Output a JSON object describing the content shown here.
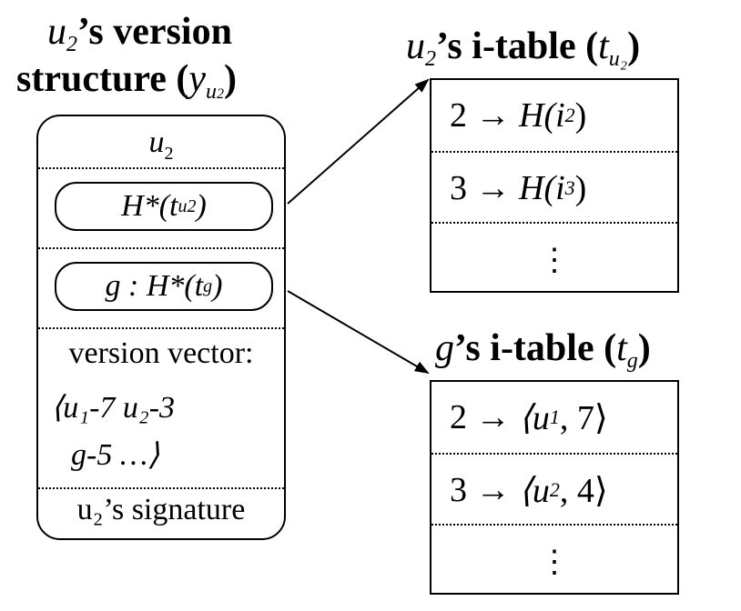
{
  "left_title": {
    "line1_var": "u",
    "line1_sub": "2",
    "line1_rest": "’s version",
    "line2_text": "structure (",
    "line2_var": "y",
    "line2_sub": "u",
    "line2_subsub": "2",
    "line2_close": ")"
  },
  "version_structure": {
    "owner": "u",
    "owner_sub": "2",
    "hash_pill": "H*(t",
    "hash_pill_sub": "u2",
    "hash_pill_close": ")",
    "group_pill": "g : H*(t",
    "group_pill_sub": "g",
    "group_pill_close": ")",
    "vector_label": "version vector:",
    "vector_line1": "⟨u₁-7 u₂-3",
    "vector_line2": "g-5 …⟩",
    "signature": "u₂’s signature"
  },
  "u2_itable": {
    "title_var": "u",
    "title_sub": "2",
    "title_rest": "’s i-table (",
    "title_t": "t",
    "title_t_sub": "u₂",
    "title_close": ")",
    "rows": [
      {
        "key": "2",
        "arrow": "→",
        "value": "H(i",
        "value_sub": "2",
        "value_close": ")"
      },
      {
        "key": "3",
        "arrow": "→",
        "value": "H(i",
        "value_sub": "3",
        "value_close": ")"
      }
    ],
    "more": "⋮"
  },
  "g_itable": {
    "title_var": "g",
    "title_rest": "’s i-table (",
    "title_t": "t",
    "title_t_sub": "g",
    "title_close": ")",
    "rows": [
      {
        "key": "2",
        "arrow": "→",
        "value": "⟨u",
        "value_sub": "1",
        "value_close": ", 7⟩"
      },
      {
        "key": "3",
        "arrow": "→",
        "value": "⟨u",
        "value_sub": "2",
        "value_close": ", 4⟩"
      }
    ],
    "more": "⋮"
  }
}
